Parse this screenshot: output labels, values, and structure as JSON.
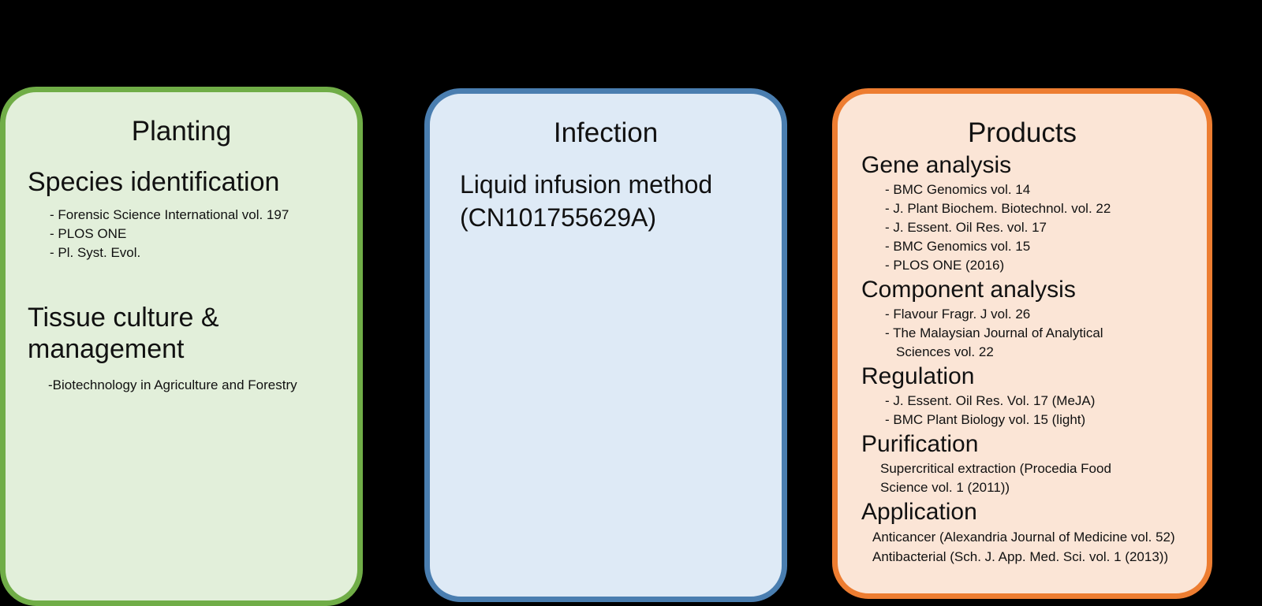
{
  "diagram": {
    "type": "three-panel-flow",
    "background_color": "#000000",
    "panels": [
      {
        "id": "planting",
        "title": "Planting",
        "fill_color": "#E2EFDA",
        "border_color": "#70AD47",
        "sections": [
          {
            "heading": "Species identification",
            "items": [
              "- Forensic Science International vol. 197",
              "- PLOS ONE",
              "- Pl. Syst. Evol."
            ]
          },
          {
            "heading": "Tissue culture & management",
            "items": [
              "-Biotechnology in Agriculture and Forestry"
            ]
          }
        ]
      },
      {
        "id": "infection",
        "title": "Infection",
        "fill_color": "#DEEAF6",
        "border_color": "#4A7EB0",
        "lines": [
          "Liquid infusion method",
          "(CN101755629A)"
        ]
      },
      {
        "id": "products",
        "title": "Products",
        "fill_color": "#FBE5D6",
        "border_color": "#ED7D31",
        "sections": [
          {
            "heading": "Gene analysis",
            "items": [
              "- BMC Genomics vol. 14",
              "- J. Plant Biochem. Biotechnol. vol. 22",
              "- J. Essent. Oil Res. vol. 17",
              "- BMC Genomics vol. 15",
              "- PLOS ONE (2016)"
            ]
          },
          {
            "heading": "Component analysis",
            "items": [
              "- Flavour Fragr. J vol. 26",
              "- The Malaysian Journal of Analytical",
              "Sciences vol. 22"
            ]
          },
          {
            "heading": "Regulation",
            "items": [
              "- J. Essent. Oil Res. Vol. 17 (MeJA)",
              "- BMC Plant Biology vol. 15 (light)"
            ]
          },
          {
            "heading": "Purification",
            "items": [
              "Supercritical extraction (Procedia Food",
              "Science vol. 1 (2011))"
            ]
          },
          {
            "heading": "Application",
            "items": [
              "Anticancer (Alexandria Journal of Medicine vol. 52)",
              "Antibacterial (Sch. J. App. Med. Sci. vol. 1 (2013))"
            ]
          }
        ]
      }
    ]
  }
}
